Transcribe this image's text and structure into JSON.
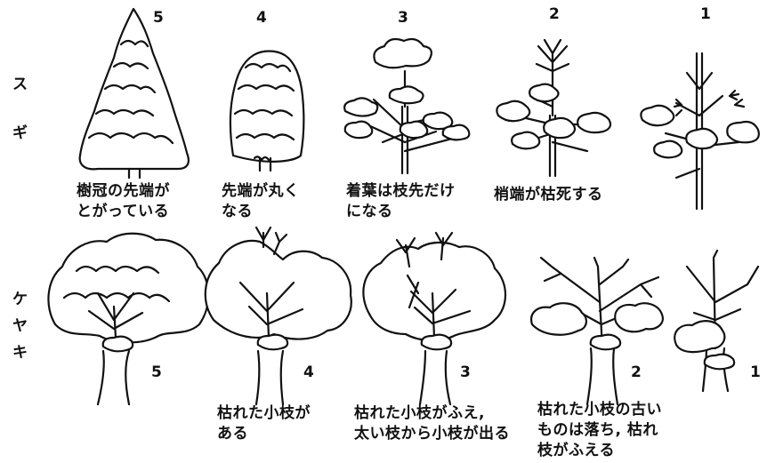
{
  "rows": [
    {
      "species": "スギ",
      "species_chars": [
        "ス",
        "ギ"
      ],
      "stages": [
        {
          "grade": "5",
          "caption": "樹冠の先端が\nとがっている"
        },
        {
          "grade": "4",
          "caption": "先端が丸く\nなる"
        },
        {
          "grade": "3",
          "caption": "着葉は枝先だけ\nになる"
        },
        {
          "grade": "2",
          "caption": "梢端が枯死する"
        },
        {
          "grade": "1",
          "caption": ""
        }
      ]
    },
    {
      "species": "ケヤキ",
      "species_chars": [
        "ケ",
        "ヤ",
        "キ"
      ],
      "stages": [
        {
          "grade": "5",
          "caption": ""
        },
        {
          "grade": "4",
          "caption": "枯れた小枝が\nある"
        },
        {
          "grade": "3",
          "caption": "枯れた小枝がふえ,\n太い枝から小枝が出る"
        },
        {
          "grade": "2",
          "caption": "枯れた小枝の古い\nものは落ち, 枯れ\n枝がふえる"
        },
        {
          "grade": "1",
          "caption": ""
        }
      ]
    }
  ]
}
